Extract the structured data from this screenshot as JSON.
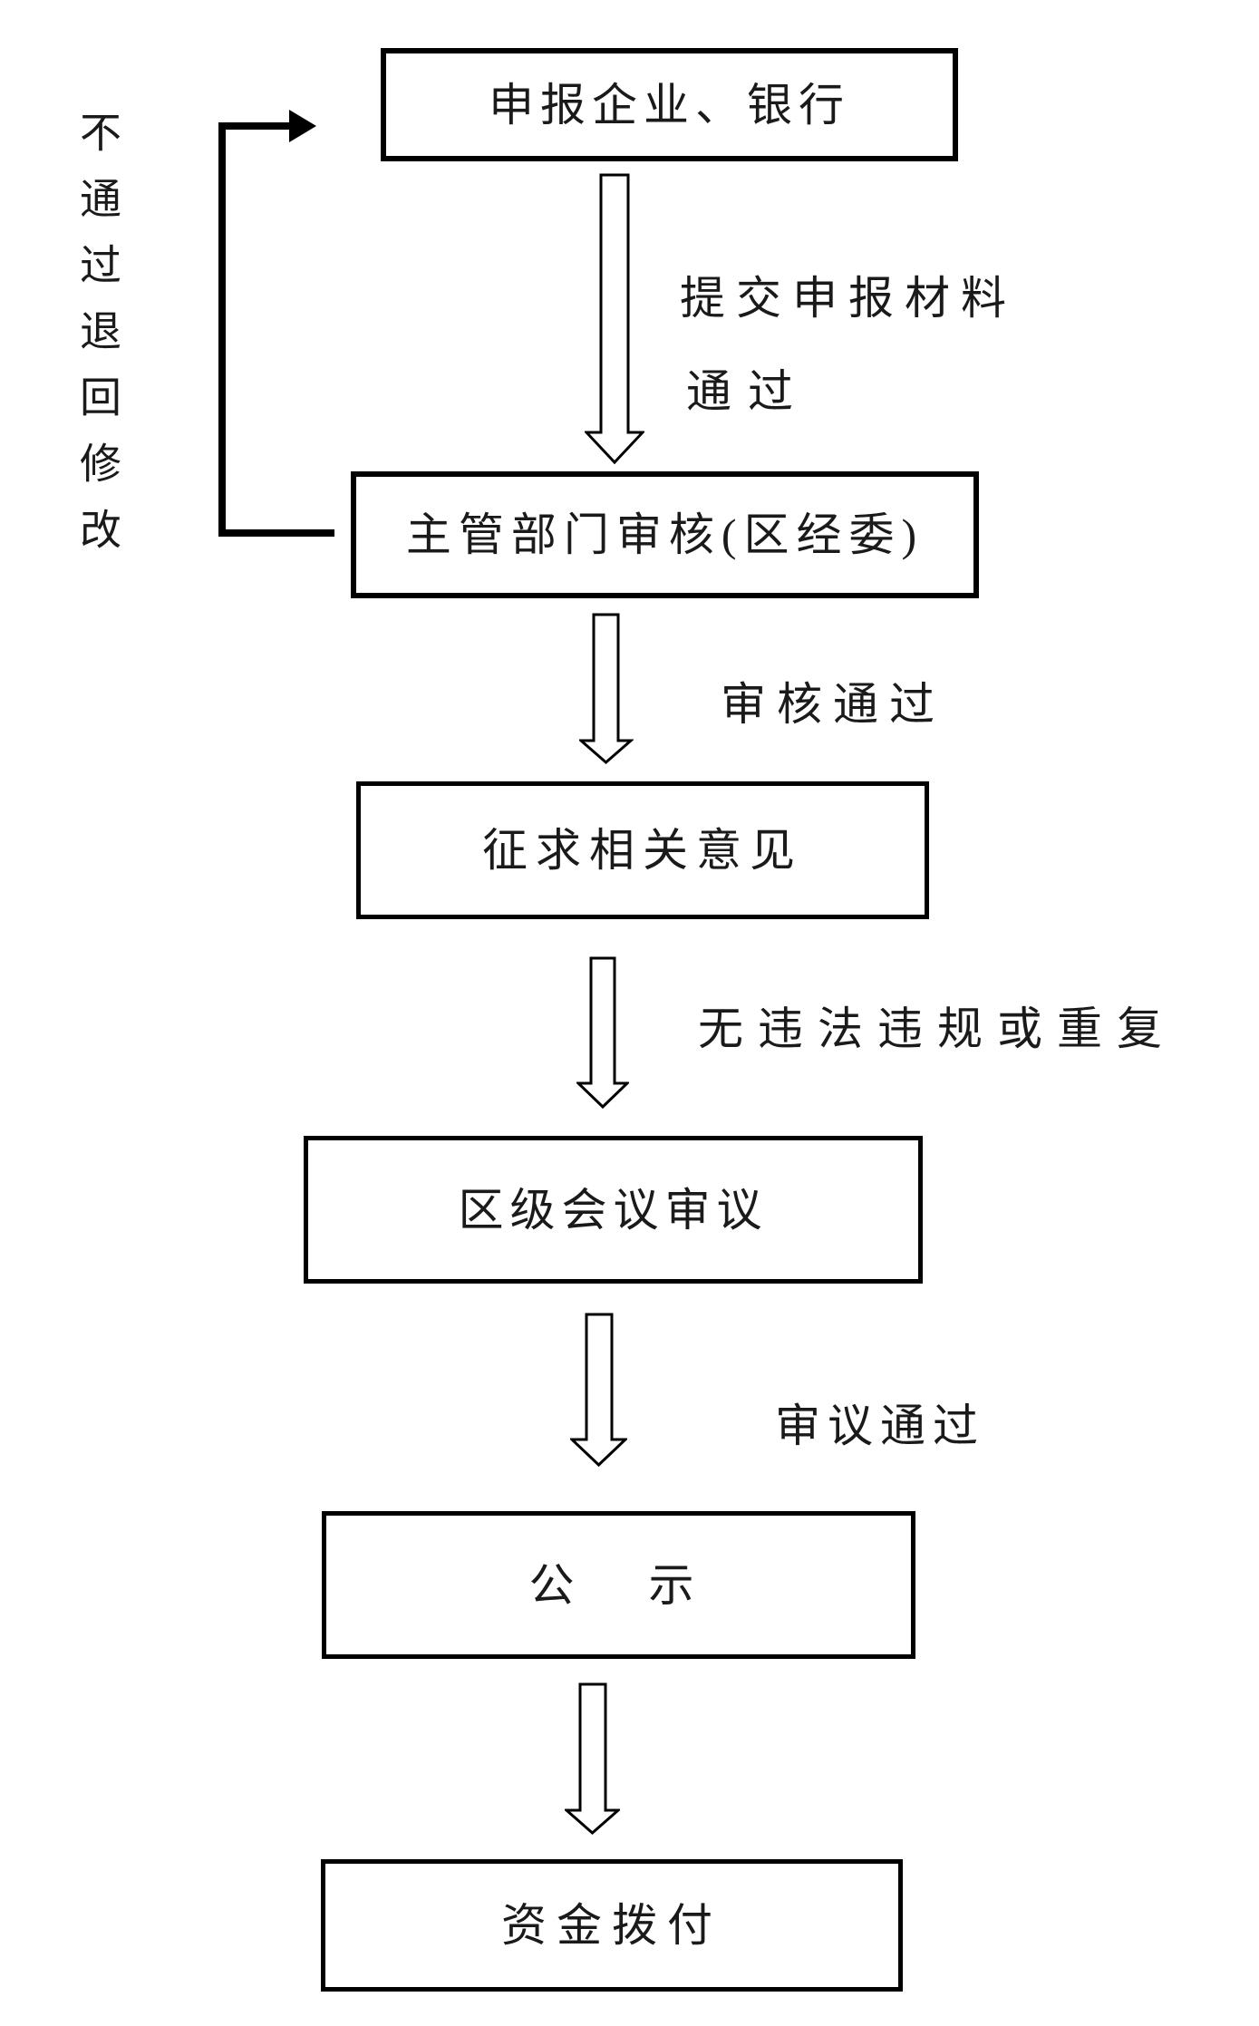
{
  "diagram": {
    "colors": {
      "line": "#000000",
      "text": "#1a1a1a",
      "background": "#ffffff"
    },
    "nodes": [
      {
        "id": "applicants",
        "label": "申报企业、银行"
      },
      {
        "id": "authority-review",
        "label": "主管部门审核(区经委)"
      },
      {
        "id": "seek-opinions",
        "label": "征求相关意见"
      },
      {
        "id": "district-meeting",
        "label": "区级会议审议"
      },
      {
        "id": "publicity",
        "label": "公　示"
      },
      {
        "id": "fund-allocation",
        "label": "资金拨付"
      }
    ],
    "edge_labels": {
      "submit": "提交申报材料",
      "pass": "通过",
      "review_pass": "审核通过",
      "no_violation": "无违法违规或重复",
      "deliberation_pass": "审议通过"
    },
    "return_note": "不通过退回修改"
  }
}
